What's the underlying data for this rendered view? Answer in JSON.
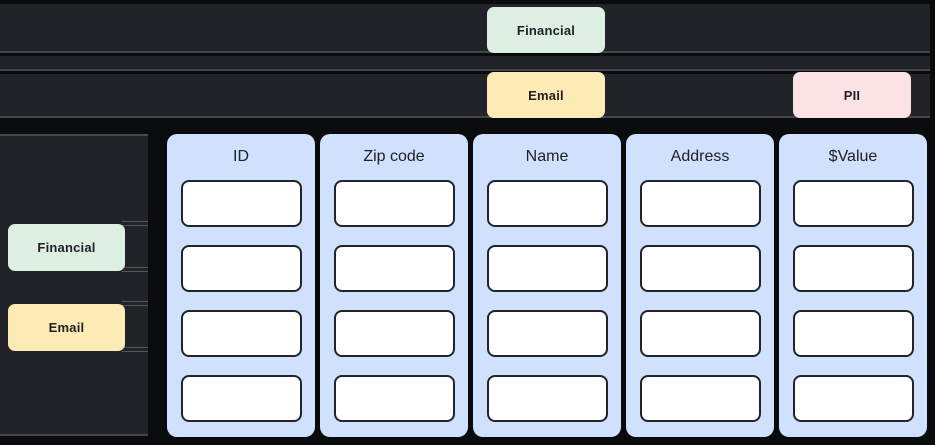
{
  "palette": {
    "background": "#0a0b0d",
    "band": "#222329",
    "band_edge": "#43454b",
    "panel": "#222329",
    "panel_edge": "#46484d",
    "column_bg": "#cfe1fc",
    "tag_financial_bg": "#ddefe3",
    "tag_email_bg": "#fcebb4",
    "tag_pii_bg": "#fbe2e4",
    "tag_text": "#202124",
    "header_text": "#202124",
    "cell_bg": "#ffffff",
    "cell_border": "#22242a"
  },
  "tags": {
    "top": [
      {
        "label": "Financial"
      },
      {
        "label": "Email"
      },
      {
        "label": "PII"
      }
    ],
    "side": [
      {
        "label": "Financial"
      },
      {
        "label": "Email"
      }
    ]
  },
  "table": {
    "columns": [
      {
        "header": "ID"
      },
      {
        "header": "Zip code"
      },
      {
        "header": "Name"
      },
      {
        "header": "Address"
      },
      {
        "header": "$Value"
      }
    ],
    "rows_per_column": 4
  }
}
